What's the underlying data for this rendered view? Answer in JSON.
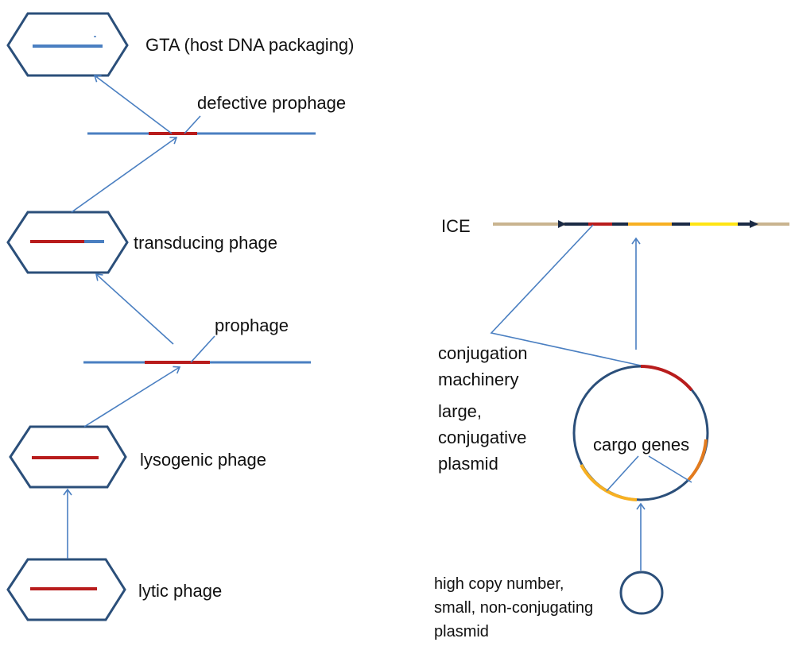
{
  "colors": {
    "line_blue": "#4A7FC1",
    "phage_red": "#B81C1C",
    "hexagon_border": "#2B4F7A",
    "ice_tan": "#C9B48F",
    "ice_navy": "#1B2A44",
    "yellow": "#FFE514",
    "orange": "#F7B022",
    "dark_orange": "#E37B1E",
    "plasmid_navy": "#2B4F7A"
  },
  "labels": {
    "gta": "GTA (host DNA packaging)",
    "defective_prophage": "defective prophage",
    "transducing_phage": "transducing phage",
    "prophage": "prophage",
    "lysogenic_phage": "lysogenic phage",
    "lytic_phage": "lytic phage",
    "ice": "ICE",
    "conjugation_machinery": [
      "conjugation",
      "machinery"
    ],
    "large_plasmid": [
      "large,",
      "conjugative",
      "plasmid"
    ],
    "cargo_genes": "cargo genes",
    "small_plasmid": [
      "high copy number,",
      "small, non-conjugating",
      "plasmid"
    ]
  },
  "icons": {
    "phage_capsid": "hexagon-capsid-icon",
    "chromosome": "dna-strand-icon",
    "plasmid": "circular-plasmid-icon",
    "arrow": "arrow-up-icon"
  }
}
